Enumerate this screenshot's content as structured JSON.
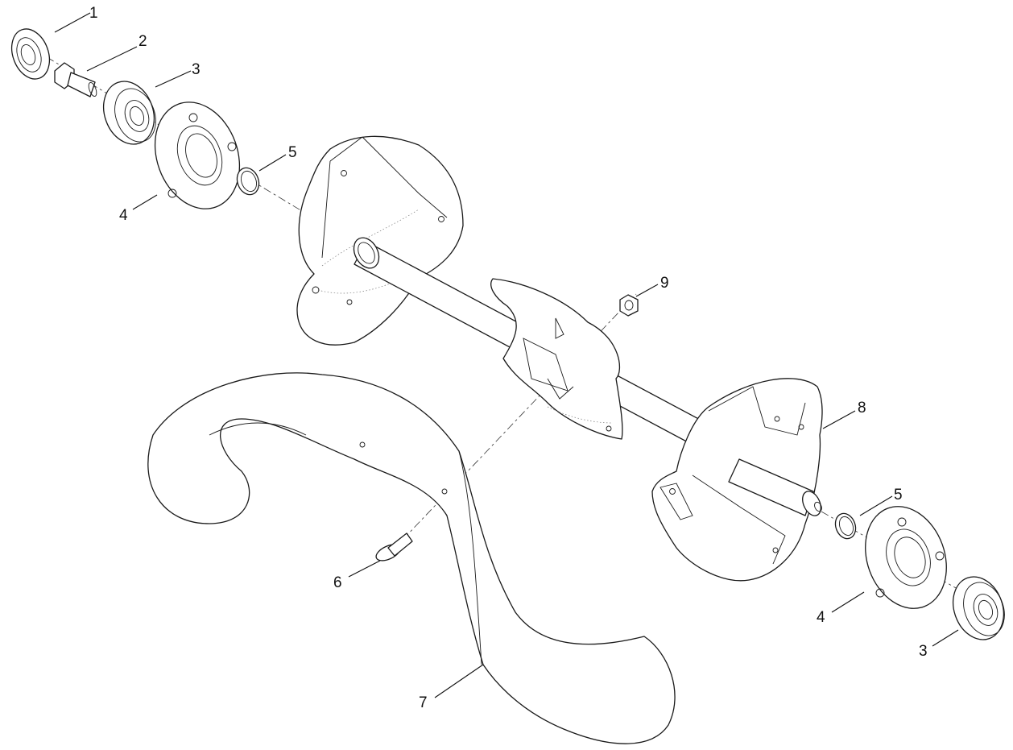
{
  "callouts": [
    {
      "label": "1"
    },
    {
      "label": "2"
    },
    {
      "label": "3"
    },
    {
      "label": "4"
    },
    {
      "label": "5"
    },
    {
      "label": "9"
    },
    {
      "label": "8"
    },
    {
      "label": "5"
    },
    {
      "label": "4"
    },
    {
      "label": "3"
    },
    {
      "label": "6"
    },
    {
      "label": "7"
    }
  ],
  "colors": {
    "line": "#1a1a1a",
    "background": "#ffffff"
  }
}
